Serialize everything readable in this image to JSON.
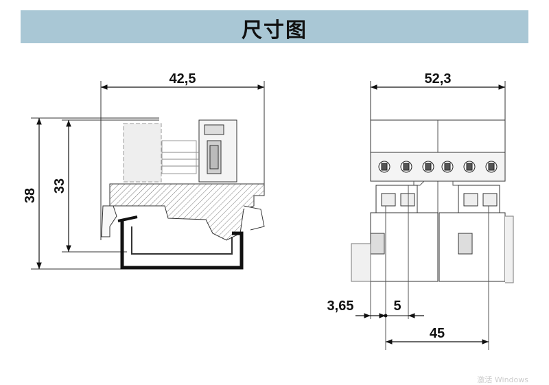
{
  "header": {
    "title": "尺寸图"
  },
  "dimensions": {
    "side_width": "42,5",
    "front_width": "52,3",
    "height_total": "38",
    "height_inner": "33",
    "offset": "3,65",
    "pitch": "5",
    "rail_spacing": "45"
  },
  "watermark": "激活 Windows",
  "colors": {
    "header_bg": "#a9c7d5"
  }
}
